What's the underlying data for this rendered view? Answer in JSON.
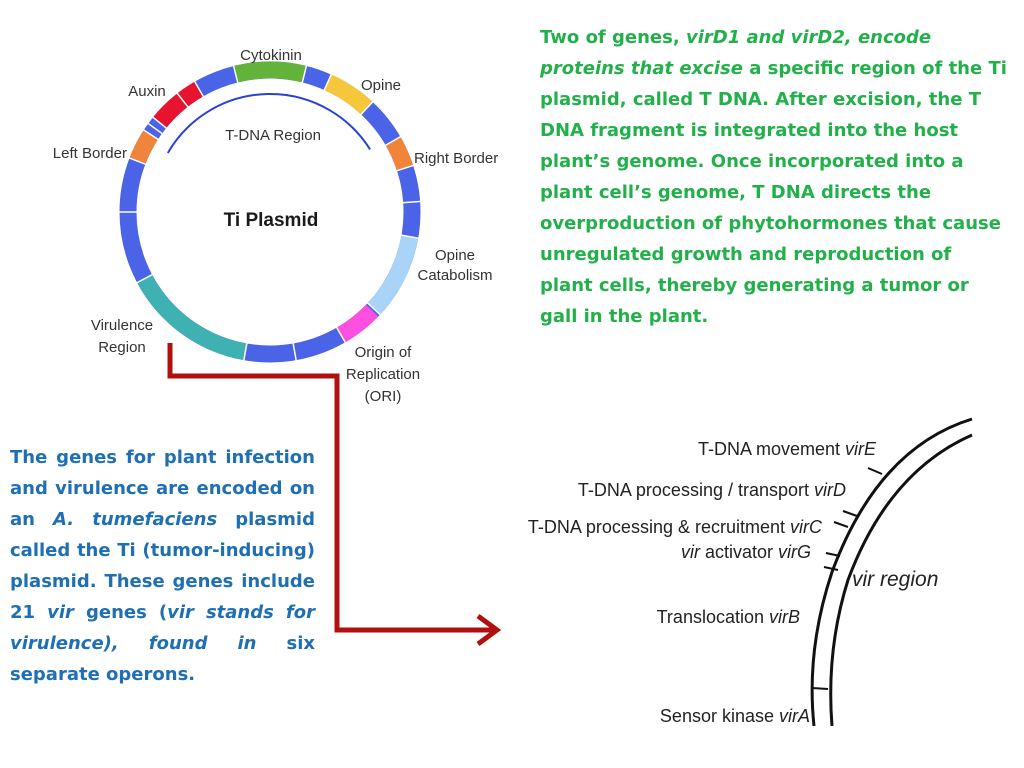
{
  "colors": {
    "plasmid_blue": "#4b63e6",
    "auxin_red": "#e8132f",
    "cytokinin_green": "#63b23a",
    "opine_yellow": "#f6c73b",
    "border_orange": "#f0843a",
    "opine_catabolism_lightblue": "#a9d4f8",
    "ori_magenta": "#ff4fe0",
    "virulence_teal": "#3fb1b3",
    "arrow_red": "#b30f0f",
    "green_text": "#22b04a",
    "blue_text": "#1f6fb4"
  },
  "plasmid": {
    "title": "Ti Plasmid",
    "tdna_label": "T-DNA Region",
    "labels": {
      "cytokinin": "Cytokinin",
      "auxin": "Auxin",
      "opine": "Opine",
      "left_border": "Left Border",
      "right_border": "Right Border",
      "opine_catabolism_1": "Opine",
      "opine_catabolism_2": "Catabolism",
      "virulence_1": "Virulence",
      "virulence_2": "Region",
      "ori_1": "Origin of",
      "ori_2": "Replication",
      "ori_3": "(ORI)"
    }
  },
  "vir_region": {
    "title": "vir region",
    "genes": [
      {
        "desc": "T-DNA movement ",
        "gene": "virE"
      },
      {
        "desc": "T-DNA processing / transport ",
        "gene": "virD"
      },
      {
        "desc": "T-DNA processing & recruitment ",
        "gene": "virC"
      },
      {
        "desc": "vir",
        "desc_rest": " activator ",
        "gene": "virG"
      },
      {
        "desc": "Translocation ",
        "gene": "virB"
      },
      {
        "desc": "Sensor kinase ",
        "gene": "virA"
      }
    ]
  },
  "top_right_text": {
    "p1": "Two of genes, ",
    "i1": "virD1 and virD2, encode proteins that excise",
    "p2": " a specific region of the Ti plasmid, called T DNA. After excision, the T DNA fragment is integrated into the host plant’s genome. Once incorporated into a plant cell’s genome, T DNA directs the overproduction of phytohormones that cause unregulated growth and reproduction of plant cells, thereby generating a tumor or gall in the plant."
  },
  "left_text": {
    "p1": "The genes for plant infection and virulence are encoded on an ",
    "i1": "A. tumefaciens",
    "p2": " plasmid called the Ti (tumor-inducing) plasmid. These genes include 21 ",
    "i2": "vir",
    "p3": " genes (",
    "i3": "vir stands for virulence), found in",
    "p4": " six separate operons."
  }
}
